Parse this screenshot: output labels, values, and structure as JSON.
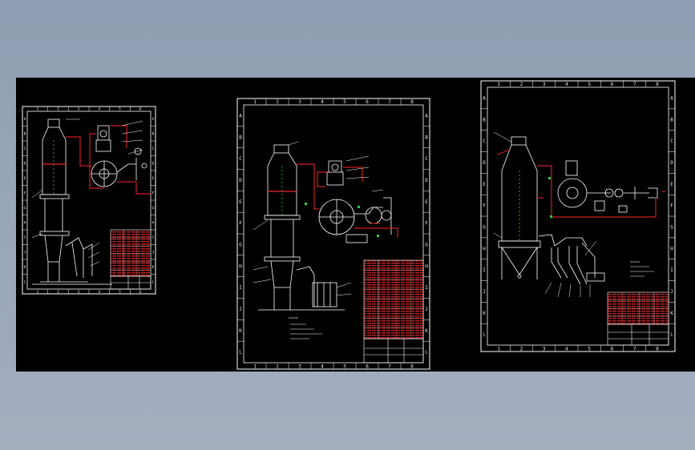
{
  "colors": {
    "background": "#97a5b8",
    "canvas": "#000000",
    "line": "#ffffff",
    "accent_red": "#cc1f1f",
    "accent_green": "#2ecc40"
  },
  "sheets": [
    {
      "id": "sheet-1",
      "col_labels": [
        "1",
        "2",
        "3",
        "4",
        "5",
        "6"
      ],
      "row_labels": [
        "A",
        "B",
        "C",
        "D",
        "E",
        "F",
        "G",
        "H",
        "I",
        "J",
        "K",
        "L"
      ]
    },
    {
      "id": "sheet-2",
      "col_labels": [
        "1",
        "2",
        "3",
        "4",
        "5",
        "6",
        "7",
        "8"
      ],
      "row_labels": [
        "A",
        "B",
        "C",
        "D",
        "E",
        "F",
        "G",
        "H",
        "I",
        "J",
        "K",
        "L"
      ]
    },
    {
      "id": "sheet-3",
      "col_labels": [
        "1",
        "2",
        "3",
        "4",
        "5",
        "6",
        "7",
        "8"
      ],
      "row_labels": [
        "A",
        "B",
        "C",
        "D",
        "E",
        "F",
        "G",
        "H",
        "I",
        "J",
        "K",
        "L"
      ]
    }
  ]
}
